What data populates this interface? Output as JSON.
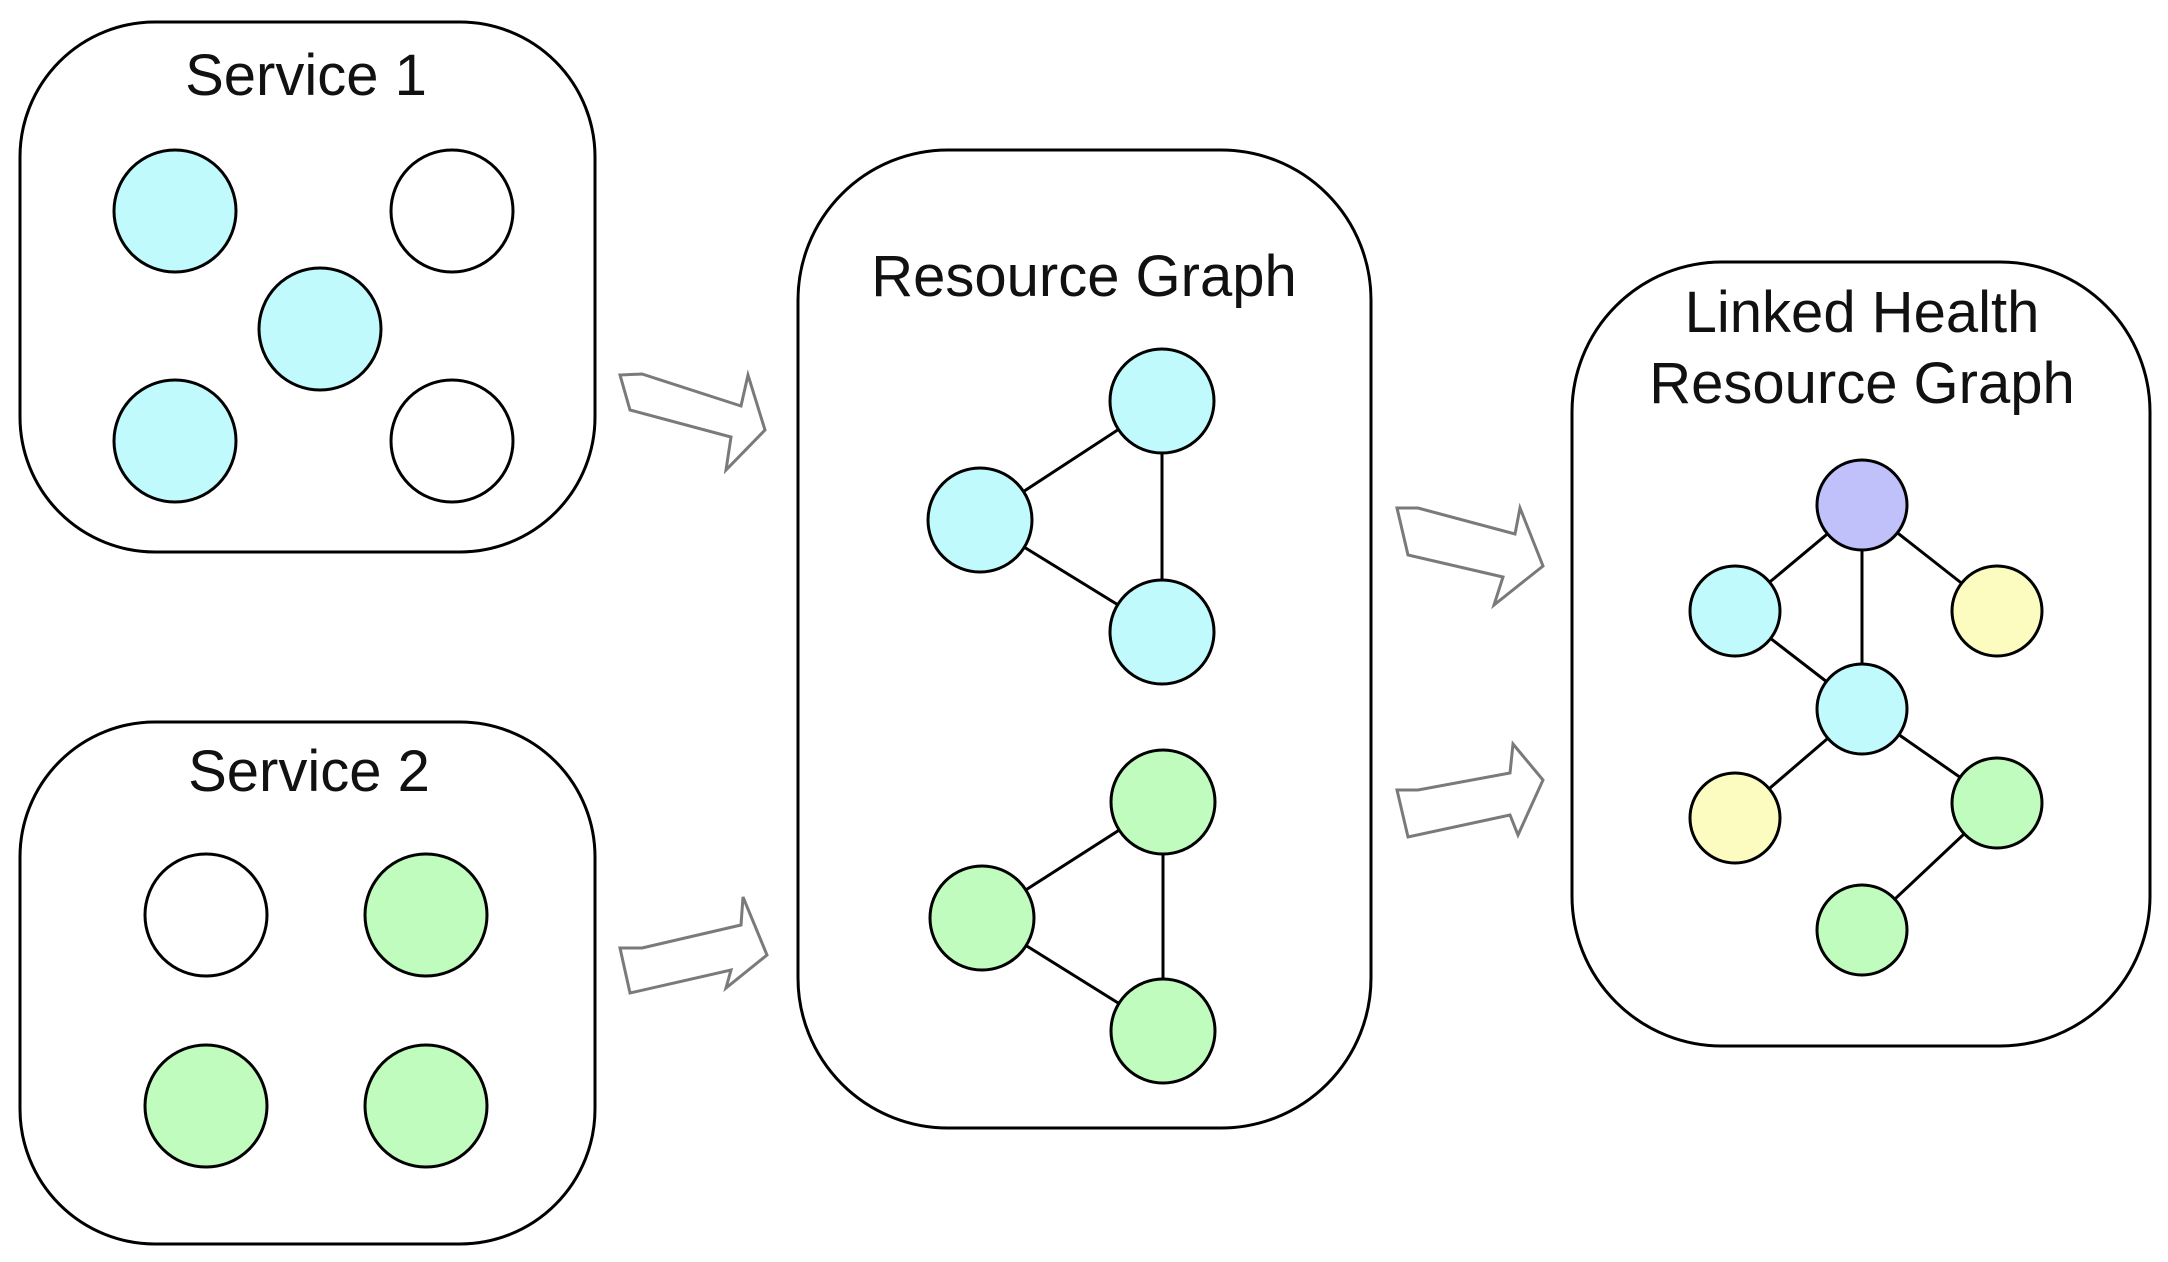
{
  "colors": {
    "cyan": "#c0fafc",
    "green": "#c0fcbe",
    "yellow": "#fcfcc0",
    "purple": "#c0c0fa",
    "empty": "#ffffff"
  },
  "service1": {
    "label": "Service 1",
    "nodes": [
      "cyan",
      "empty",
      "cyan",
      "cyan",
      "empty"
    ]
  },
  "service2": {
    "label": "Service 2",
    "nodes": [
      "empty",
      "green",
      "green",
      "green"
    ]
  },
  "resource_graph": {
    "label": "Resource Graph",
    "cyan_nodes": [
      "cyan",
      "cyan",
      "cyan"
    ],
    "green_nodes": [
      "green",
      "green",
      "green"
    ]
  },
  "linked_graph": {
    "label_line1": "Linked Health",
    "label_line2": "Resource Graph",
    "nodes": [
      "purple",
      "cyan",
      "yellow",
      "cyan",
      "yellow",
      "green",
      "green"
    ]
  }
}
